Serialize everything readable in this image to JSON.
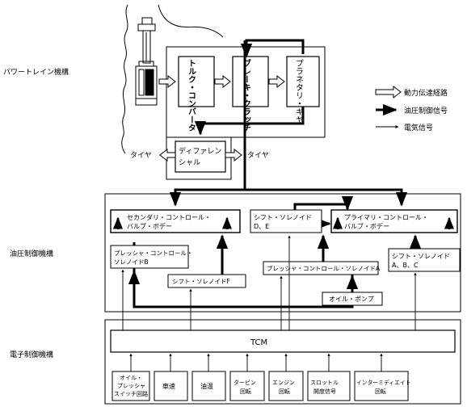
{
  "sections": {
    "powertrain": "パワートレイン機構",
    "hydraulic": "油圧制御機構",
    "electronic": "電子制御機構"
  },
  "legend": {
    "power": "動力伝達経路",
    "hydraulic": "油圧制御信号",
    "electric": "電気信号"
  },
  "powertrain": {
    "torque_converter": "トルク・コンバータ",
    "brake_clutch": "ブレーキ・クラッチ",
    "planetary_gear": "プラネタリ・ギヤ",
    "differential": [
      "ディファレン",
      "シャル"
    ],
    "tire_left": "タイヤ",
    "tire_right": "タイヤ"
  },
  "hydraulic": {
    "secondary_valve": [
      "セカンダリ・コントロール・",
      "バルブ・ボデー"
    ],
    "shift_solenoid_de": [
      "シフト・ソレノイド",
      "D、E"
    ],
    "primary_valve": [
      "プライマリ・コントロール・",
      "バルブ・ボデー"
    ],
    "pressure_solenoid_b": [
      "プレッシャ・コントロール・",
      "ソレノイドB"
    ],
    "shift_solenoid_f": "シフト・ソレノイドF",
    "pressure_solenoid_a": "プレッシャ・コントロール・ソレノイドA",
    "shift_solenoid_abc": [
      "シフト・ソレノイド",
      "A、B、C"
    ],
    "oil_pump": "オイル・ポンプ"
  },
  "electronic": {
    "tcm": "TCM",
    "inputs": [
      [
        "オイル・",
        "プレッシャ",
        "スイッチ回路"
      ],
      [
        "車速"
      ],
      [
        "油温"
      ],
      [
        "タービン",
        "回転"
      ],
      [
        "エンジン",
        "回転"
      ],
      [
        "スロットル",
        "開度信号"
      ],
      [
        "インターミディエイト",
        "回転"
      ]
    ]
  }
}
